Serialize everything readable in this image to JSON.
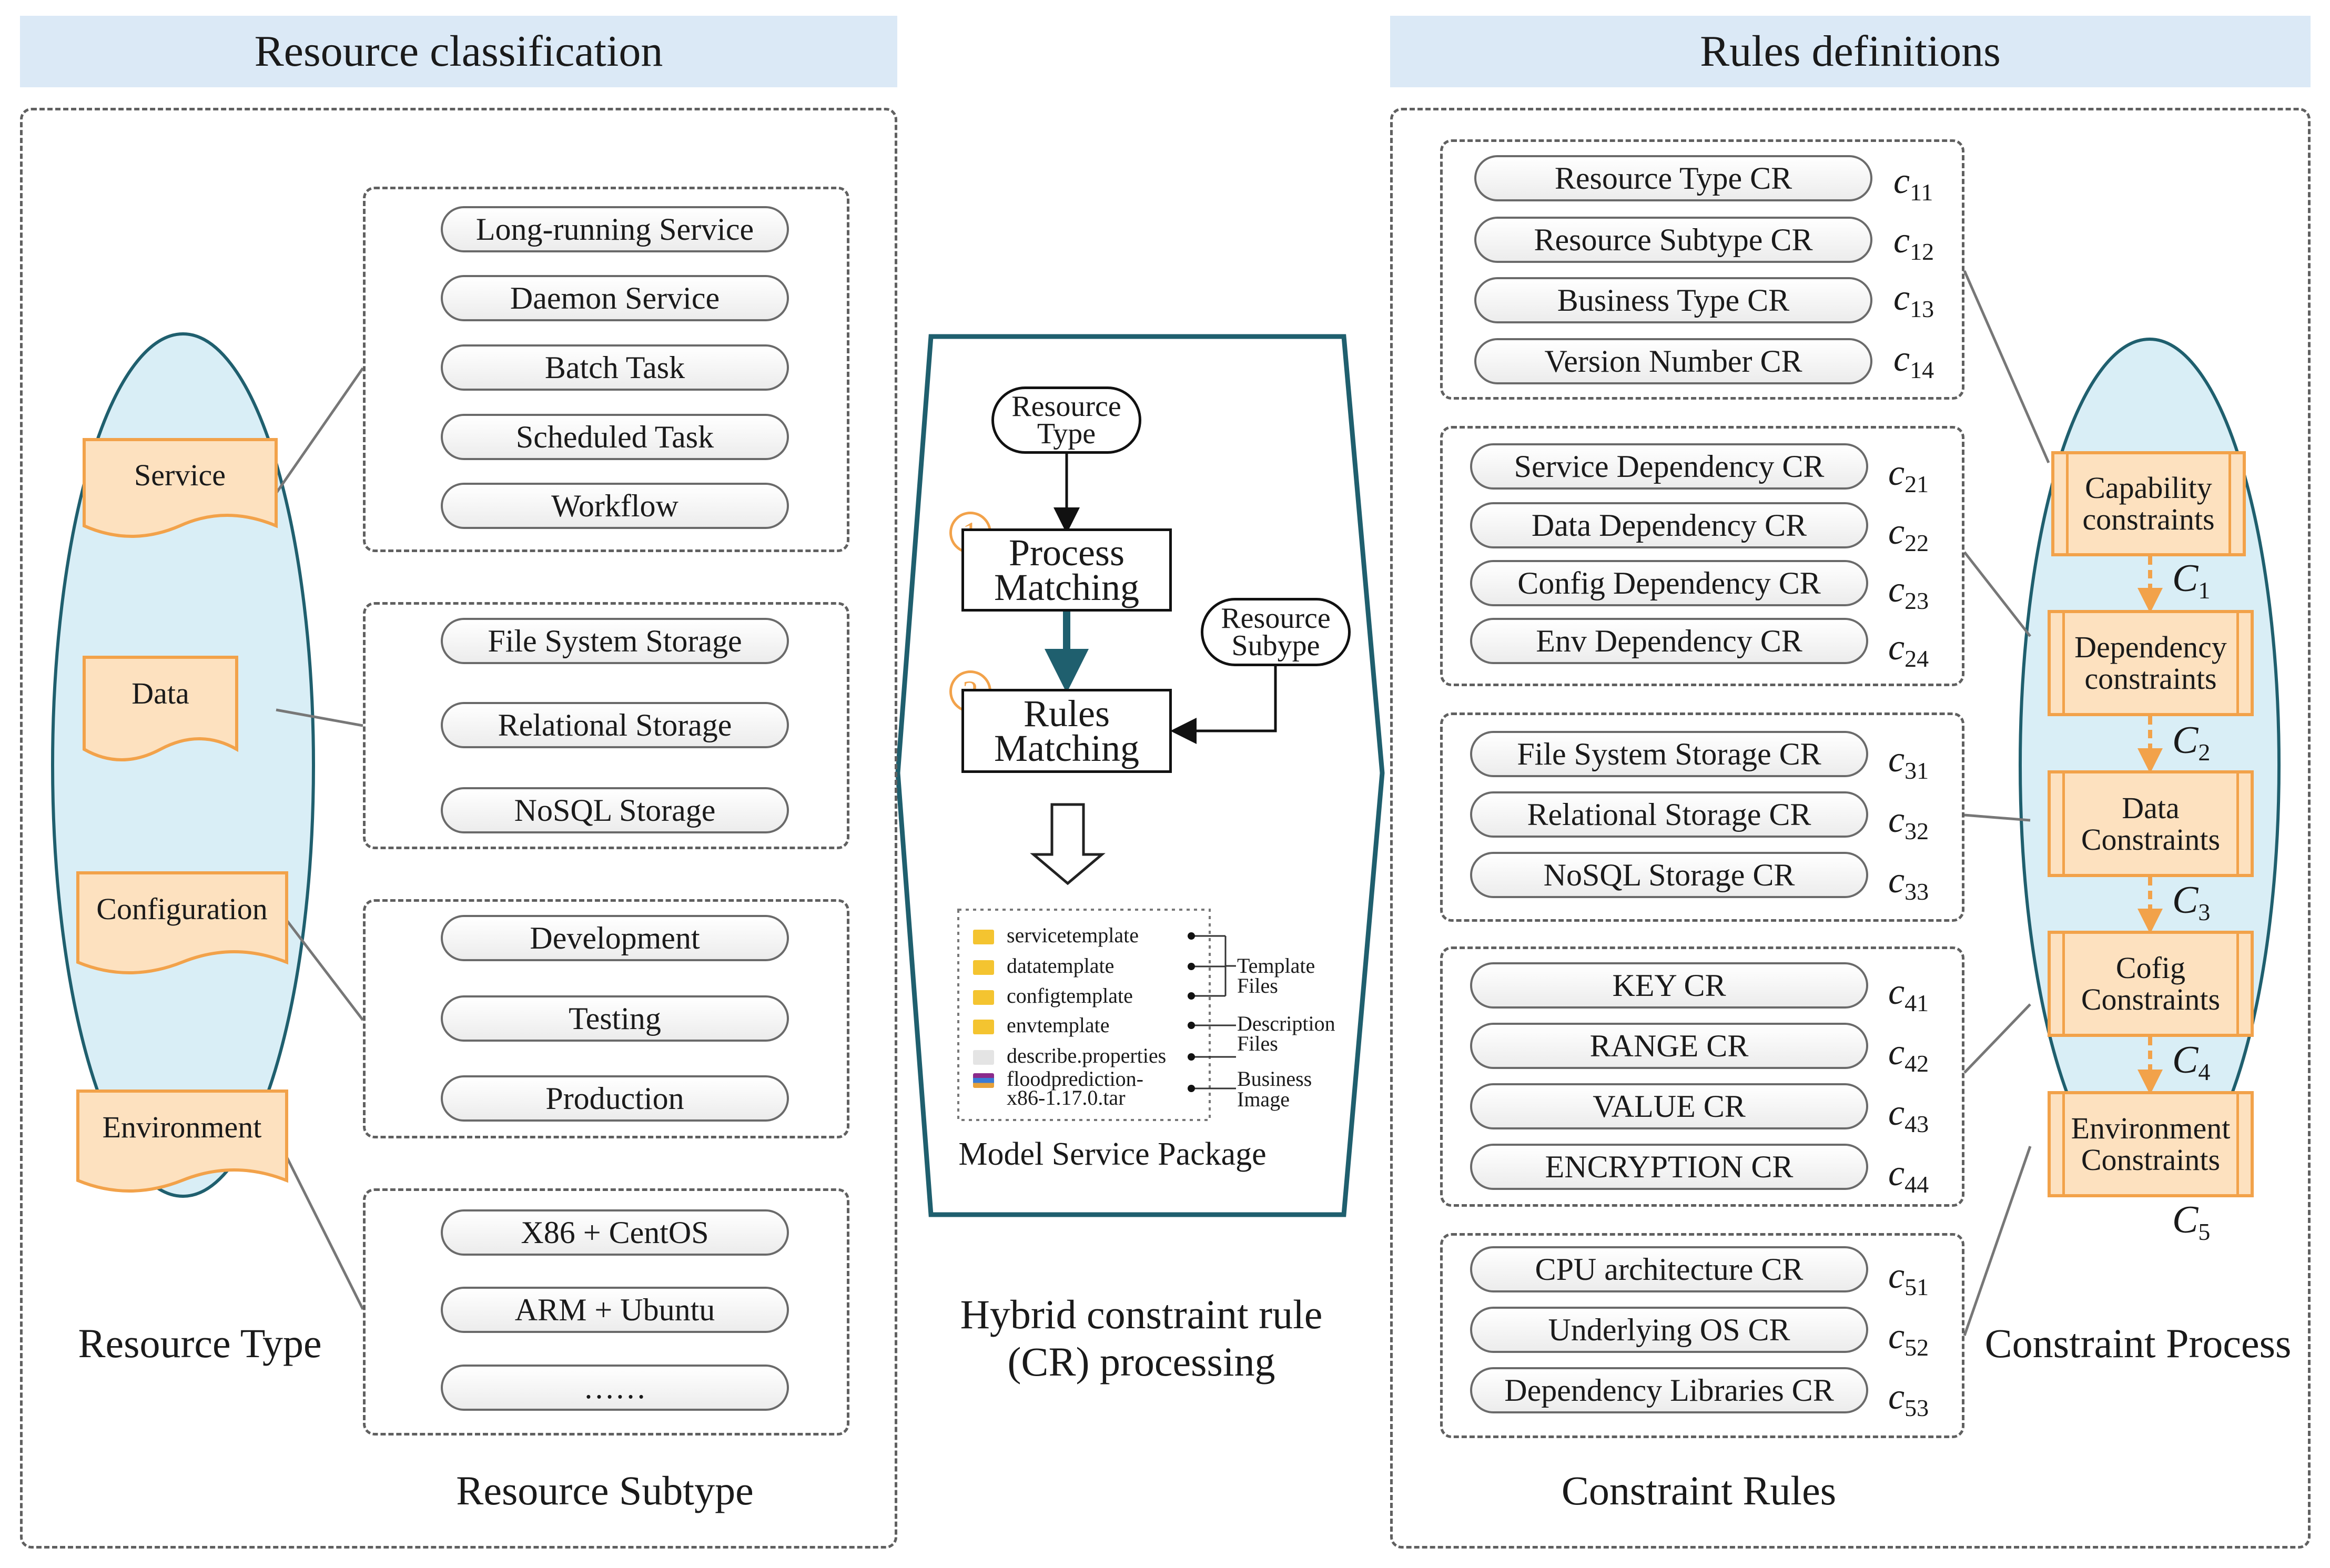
{
  "headers": {
    "left": "Resource classification",
    "right": "Rules definitions"
  },
  "resource_types": [
    "Service",
    "Data",
    "Configuration",
    "Environment"
  ],
  "subtype_groups": [
    [
      "Long-running Service",
      "Daemon Service",
      "Batch Task",
      "Scheduled Task",
      "Workflow"
    ],
    [
      "File System Storage",
      "Relational Storage",
      "NoSQL Storage"
    ],
    [
      "Development",
      "Testing",
      "Production"
    ],
    [
      "X86 + CentOS",
      "ARM + Ubuntu",
      "……"
    ]
  ],
  "captions": {
    "resource_type": "Resource Type",
    "resource_subtype": "Resource Subtype",
    "hybrid_line1": "Hybrid constraint rule",
    "hybrid_line2": "(CR) processing",
    "constraint_rules": "Constraint Rules",
    "constraint_process": "Constraint Process"
  },
  "flow": {
    "resource_type_line1": "Resource",
    "resource_type_line2": "Type",
    "resource_subtype_line1": "Resource",
    "resource_subtype_line2": "Subype",
    "step1_num": "1",
    "step1_line1": "Process",
    "step1_line2": "Matching",
    "step2_num": "2",
    "step2_line1": "Rules",
    "step2_line2": "Matching"
  },
  "package": {
    "files": [
      "servicetemplate",
      "datatemplate",
      "configtemplate",
      "envtemplate",
      "describe.properties",
      "floodprediction-",
      "x86-1.17.0.tar"
    ],
    "labels": [
      "Template",
      "Files",
      "Description",
      "Files",
      "Business",
      "Image"
    ],
    "caption": "Model Service Package"
  },
  "rule_groups": [
    {
      "rules": [
        "Resource Type CR",
        "Resource Subtype CR",
        "Business Type CR",
        "Version Number CR"
      ],
      "ids": [
        "11",
        "12",
        "13",
        "14"
      ]
    },
    {
      "rules": [
        "Service Dependency CR",
        "Data Dependency CR",
        "Config Dependency CR",
        "Env Dependency CR"
      ],
      "ids": [
        "21",
        "22",
        "23",
        "24"
      ]
    },
    {
      "rules": [
        "File System Storage CR",
        "Relational Storage CR",
        "NoSQL Storage CR"
      ],
      "ids": [
        "31",
        "32",
        "33"
      ]
    },
    {
      "rules": [
        "KEY CR",
        "RANGE CR",
        "VALUE CR",
        "ENCRYPTION CR"
      ],
      "ids": [
        "41",
        "42",
        "43",
        "44"
      ]
    },
    {
      "rules": [
        "CPU architecture CR",
        "Underlying OS CR",
        "Dependency Libraries CR"
      ],
      "ids": [
        "51",
        "52",
        "53"
      ]
    }
  ],
  "rule_letter": "c",
  "constraints": [
    {
      "line1": "Capability",
      "line2": "constraints",
      "label": "1"
    },
    {
      "line1": "Dependency",
      "line2": "constraints",
      "label": "2"
    },
    {
      "line1": "Data",
      "line2": "Constraints",
      "label": "3"
    },
    {
      "line1": "Cofig",
      "line2": "Constraints",
      "label": "4"
    },
    {
      "line1": "Environment",
      "line2": "Constraints",
      "label": "5"
    }
  ],
  "constraint_letter": "C",
  "colors": {
    "header_bg": "#dbe9f6",
    "ellipse_fill": "#d9eef6",
    "ellipse_stroke": "#1f5f6e",
    "orange": "#f2a24a",
    "orange_fill": "#fde1bf",
    "teal_arrow": "#1f5f6e"
  }
}
